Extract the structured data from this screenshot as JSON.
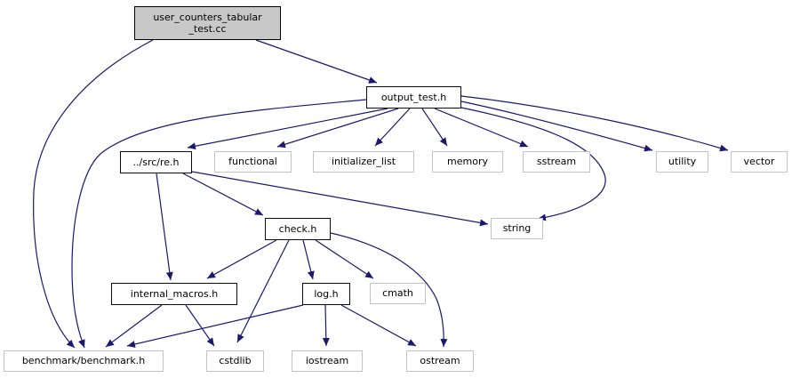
{
  "diagram": {
    "type": "include-dependency-graph",
    "colors": {
      "edge": "#191970",
      "source_fill": "#c8c8c8",
      "linked_border": "#0a0a0a",
      "plain_border": "#c4c4c4"
    },
    "nodes": [
      {
        "id": "user_counters_tabular_test.cc",
        "label": "user_counters_tabular _test.cc",
        "lines": [
          "user_counters_tabular",
          "_test.cc"
        ],
        "kind": "source"
      },
      {
        "id": "output_test.h",
        "label": "output_test.h",
        "kind": "linked"
      },
      {
        "id": "../src/re.h",
        "label": "../src/re.h",
        "kind": "linked"
      },
      {
        "id": "functional",
        "label": "functional",
        "kind": "plain"
      },
      {
        "id": "initializer_list",
        "label": "initializer_list",
        "kind": "plain"
      },
      {
        "id": "memory",
        "label": "memory",
        "kind": "plain"
      },
      {
        "id": "sstream",
        "label": "sstream",
        "kind": "plain"
      },
      {
        "id": "utility",
        "label": "utility",
        "kind": "plain"
      },
      {
        "id": "vector",
        "label": "vector",
        "kind": "plain"
      },
      {
        "id": "check.h",
        "label": "check.h",
        "kind": "linked"
      },
      {
        "id": "string",
        "label": "string",
        "kind": "plain"
      },
      {
        "id": "internal_macros.h",
        "label": "internal_macros.h",
        "kind": "linked"
      },
      {
        "id": "log.h",
        "label": "log.h",
        "kind": "linked"
      },
      {
        "id": "cmath",
        "label": "cmath",
        "kind": "plain"
      },
      {
        "id": "benchmark/benchmark.h",
        "label": "benchmark/benchmark.h",
        "kind": "plain"
      },
      {
        "id": "cstdlib",
        "label": "cstdlib",
        "kind": "plain"
      },
      {
        "id": "iostream",
        "label": "iostream",
        "kind": "plain"
      },
      {
        "id": "ostream",
        "label": "ostream",
        "kind": "plain"
      }
    ],
    "edges": [
      {
        "from": "user_counters_tabular_test.cc",
        "to": "output_test.h"
      },
      {
        "from": "user_counters_tabular_test.cc",
        "to": "benchmark/benchmark.h"
      },
      {
        "from": "output_test.h",
        "to": "../src/re.h"
      },
      {
        "from": "output_test.h",
        "to": "functional"
      },
      {
        "from": "output_test.h",
        "to": "initializer_list"
      },
      {
        "from": "output_test.h",
        "to": "memory"
      },
      {
        "from": "output_test.h",
        "to": "sstream"
      },
      {
        "from": "output_test.h",
        "to": "utility"
      },
      {
        "from": "output_test.h",
        "to": "vector"
      },
      {
        "from": "output_test.h",
        "to": "string"
      },
      {
        "from": "output_test.h",
        "to": "benchmark/benchmark.h"
      },
      {
        "from": "../src/re.h",
        "to": "internal_macros.h"
      },
      {
        "from": "../src/re.h",
        "to": "check.h"
      },
      {
        "from": "../src/re.h",
        "to": "string"
      },
      {
        "from": "check.h",
        "to": "internal_macros.h"
      },
      {
        "from": "check.h",
        "to": "log.h"
      },
      {
        "from": "check.h",
        "to": "cmath"
      },
      {
        "from": "check.h",
        "to": "cstdlib"
      },
      {
        "from": "check.h",
        "to": "ostream"
      },
      {
        "from": "internal_macros.h",
        "to": "benchmark/benchmark.h"
      },
      {
        "from": "internal_macros.h",
        "to": "cstdlib"
      },
      {
        "from": "log.h",
        "to": "benchmark/benchmark.h"
      },
      {
        "from": "log.h",
        "to": "iostream"
      },
      {
        "from": "log.h",
        "to": "ostream"
      }
    ]
  }
}
